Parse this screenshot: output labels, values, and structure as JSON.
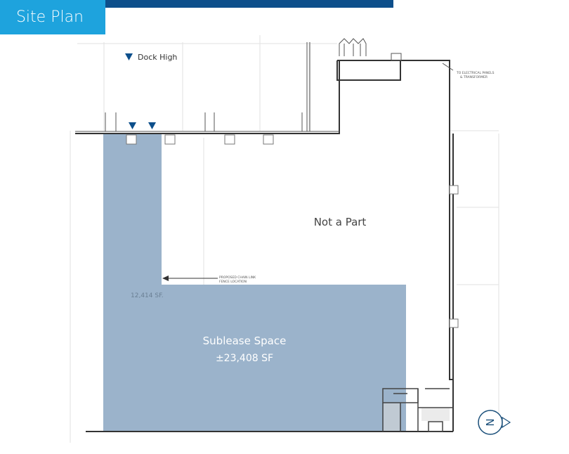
{
  "header": {
    "title": "Site Plan"
  },
  "legend": {
    "marker_label": "Dock High",
    "marker_color": "#0d4f8b"
  },
  "plan": {
    "not_a_part_label": "Not a Part",
    "sublease_label": "Sublease Space",
    "sublease_area": "±23,408 SF",
    "office_area_label": "12,414 SF.",
    "fence_note_line1": "PROPOSED CHAIN LINK",
    "fence_note_line2": "FENCE LOCATION",
    "electrical_note_line1": "TO ELECTRICAL PANELS",
    "electrical_note_line2": "& TRANSFORMER",
    "compass_letter": "N"
  },
  "colors": {
    "sublease_fill": "#9bb3cb",
    "accent_tab": "#1ea3dd",
    "top_bar": "#0d4f8b"
  }
}
